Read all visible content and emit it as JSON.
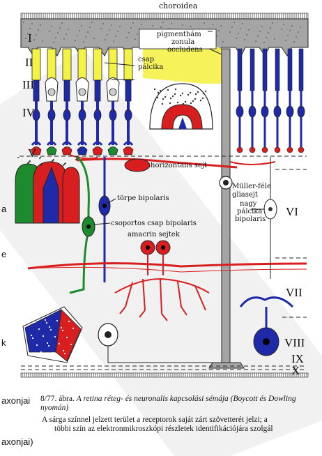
{
  "labels": {
    "top": "choroidea",
    "pigment": "pigmenthám",
    "zonula": "zonula",
    "occludens": "occludens",
    "csap": "csap",
    "palcika": "pálcika",
    "horizontalis": "horizontalis sejt",
    "muller": "Müller-féle",
    "gliasejt": "gliasejt",
    "torpe": "törpe bipolaris",
    "csoportos": "csoportos csap bipolaris",
    "amacrin": "amacrin sejtek",
    "nagy": "nagy",
    "nagy_palcika": "pálcika",
    "bipolaris": "bipolaris"
  },
  "layers": [
    "I",
    "II",
    "III",
    "IV",
    "V",
    "VI",
    "VII",
    "VIII",
    "IX",
    "X"
  ],
  "side_fragments": {
    "a": "a",
    "e": "e",
    "k": "k",
    "axonjai1": "axonjai",
    "axonjai2": "axonjai)"
  },
  "caption": {
    "fig_no": "8/77.",
    "abra": "ábra.",
    "title": "A retina réteg- és neuronalis kapcsolási sémája (Boycott és Dowling nyomán)",
    "line1": "A sárga színnel jelzett terület a receptorok saját zárt szövetterét jelzi; a",
    "line2": "többi szín az elektronmikroszkópi részletek identifikációjára szolgál"
  },
  "colors": {
    "blue": "#1f2aa8",
    "red": "#d81e1e",
    "green": "#1e8a2e",
    "yellow": "#f4f247",
    "gray": "#9c9c9c",
    "watermark": "#e9e9e9"
  }
}
